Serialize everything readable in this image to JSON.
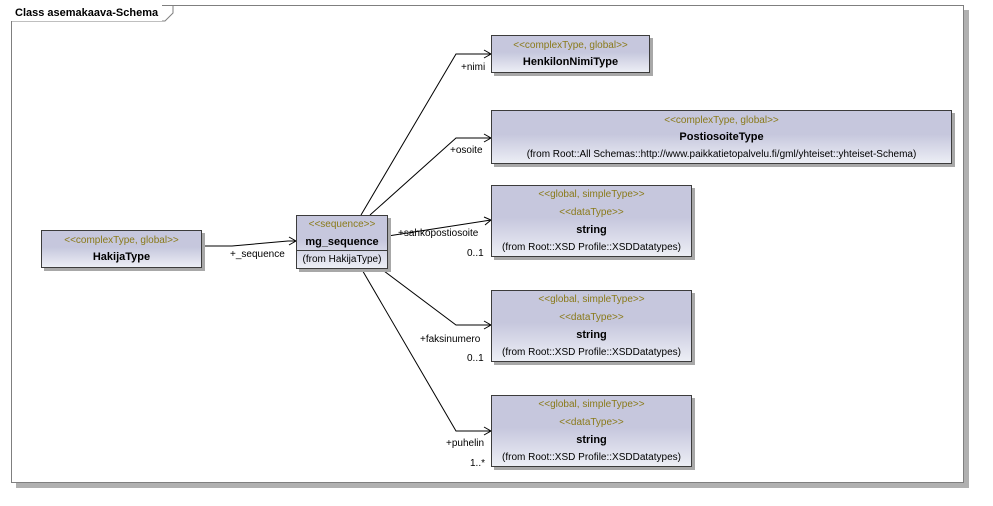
{
  "frame": {
    "title": "Class asemakaava-Schema"
  },
  "hakija": {
    "stereotype": "<<complexType, global>>",
    "name": "HakijaType"
  },
  "sequence": {
    "stereotype": "<<sequence>>",
    "name": "mg_sequence",
    "from": "(from HakijaType)"
  },
  "henkilo": {
    "stereotype": "<<complexType, global>>",
    "name": "HenkilonNimiType"
  },
  "postiosoite": {
    "stereotype": "<<complexType, global>>",
    "name": "PostiosoiteType",
    "from": "(from Root::All Schemas::http://www.paikkatietopalvelu.fi/gml/yhteiset::yhteiset-Schema)"
  },
  "string1": {
    "stereotype": "<<global, simpleType>>",
    "stereotype2": "<<dataType>>",
    "name": "string",
    "from": "(from Root::XSD Profile::XSDDatatypes)"
  },
  "string2": {
    "stereotype": "<<global, simpleType>>",
    "stereotype2": "<<dataType>>",
    "name": "string",
    "from": "(from Root::XSD Profile::XSDDatatypes)"
  },
  "string3": {
    "stereotype": "<<global, simpleType>>",
    "stereotype2": "<<dataType>>",
    "name": "string",
    "from": "(from Root::XSD Profile::XSDDatatypes)"
  },
  "labels": {
    "sequence_role": "+_sequence",
    "nimi": "+nimi",
    "osoite": "+osoite",
    "sahkopostiosoite": "+sahkopostiosoite",
    "sahko_mult": "0..1",
    "faksinumero": "+faksinumero",
    "faksi_mult": "0..1",
    "puhelin": "+puhelin",
    "puhelin_mult": "1..*"
  }
}
